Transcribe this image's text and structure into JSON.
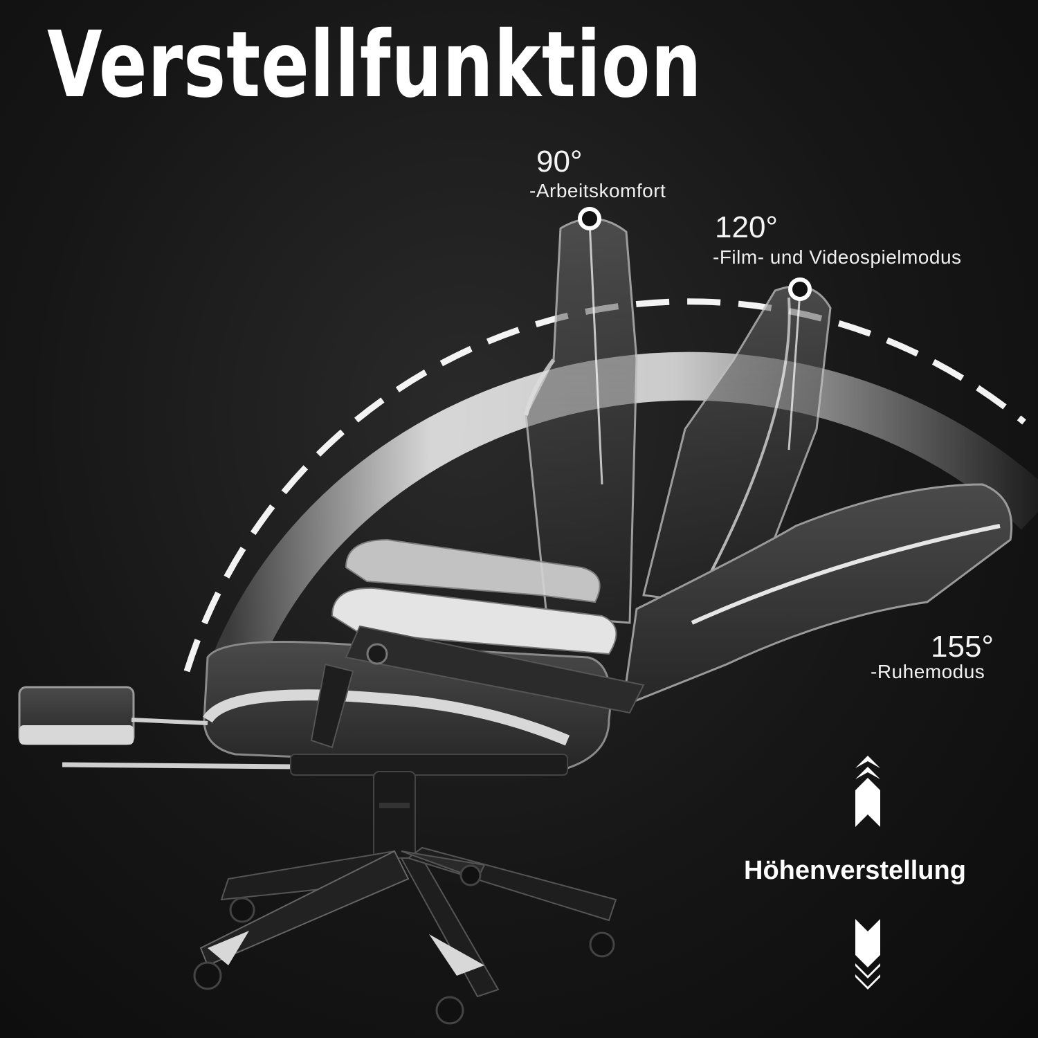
{
  "title": "Verstellfunktion",
  "positions": [
    {
      "angle": "90°",
      "mode": "-Arbeitskomfort"
    },
    {
      "angle": "120°",
      "mode": "-Film- und Videospielmodus"
    },
    {
      "angle": "155°",
      "mode": "-Ruhemodus"
    }
  ],
  "height_adjustment": {
    "label": "Höhenverstellung",
    "up_icon": "chevron-up-icon",
    "down_icon": "chevron-down-icon"
  },
  "colors": {
    "background": "#161616",
    "text": "#ffffff",
    "accent": "#ffffff"
  }
}
